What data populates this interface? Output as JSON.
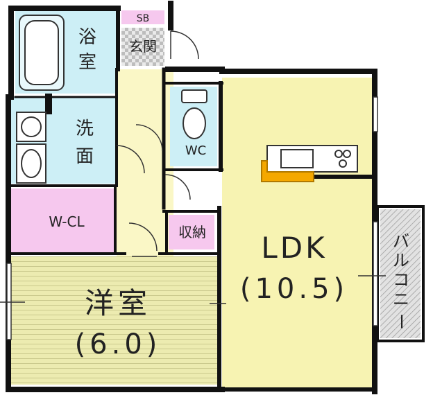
{
  "rooms": {
    "bath": {
      "label_line1": "浴",
      "label_line2": "室"
    },
    "sb": {
      "label": "SB"
    },
    "entrance": {
      "label": "玄関"
    },
    "washroom": {
      "label_line1": "洗",
      "label_line2": "面"
    },
    "wc": {
      "label": "WC"
    },
    "walk_in_closet": {
      "label": "W-CL"
    },
    "storage": {
      "label": "収納"
    },
    "ldk": {
      "label": "LDK",
      "size": "(10.5)"
    },
    "western_room": {
      "label": "洋室",
      "size": "(6.0)"
    },
    "balcony": {
      "label_chars": [
        "バ",
        "ル",
        "コ",
        "ニ",
        "ー"
      ]
    }
  },
  "colors": {
    "wall": "#111111",
    "bath": "#cdeff6",
    "washroom": "#cdeff6",
    "wc": "#cdeff6",
    "corridor": "#faf7c6",
    "ldk": "#f7f3b2",
    "pink": "#f6c8ee",
    "western_room": "#ecebb0",
    "balcony": "#dcdcdc",
    "kitchen_step": "#f5a800"
  }
}
